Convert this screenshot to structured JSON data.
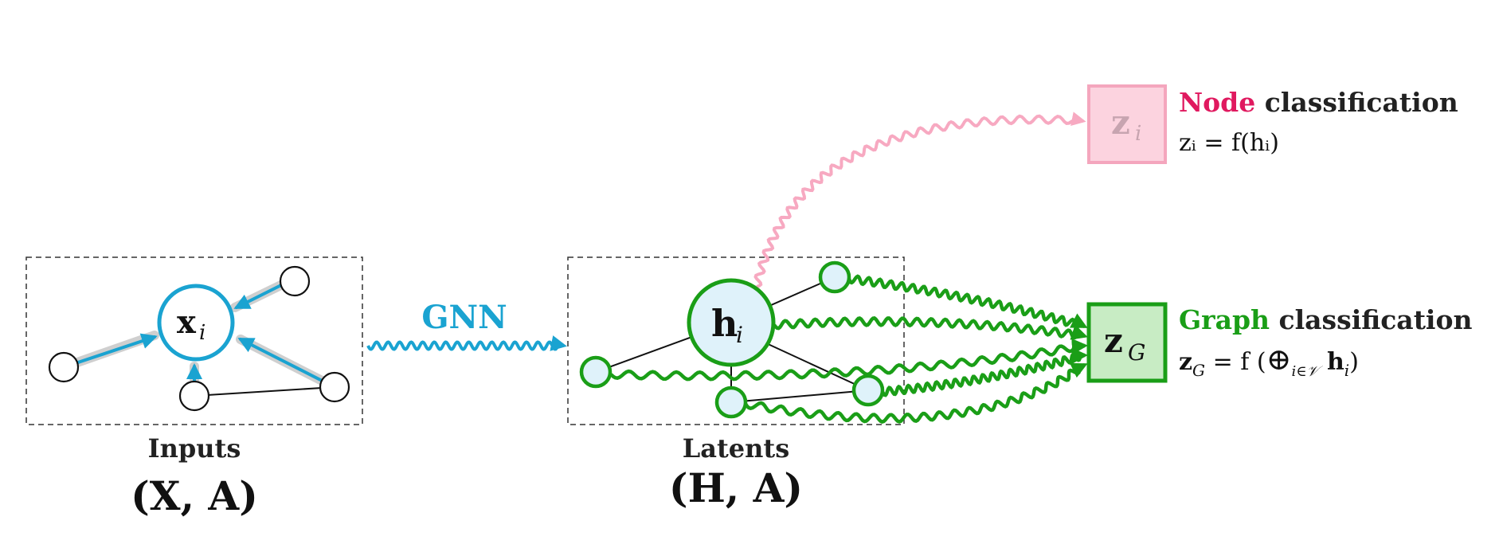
{
  "colors": {
    "gnn": "#1aa3d1",
    "node_pink": "#e0195f",
    "node_pink_light": "#f7a9c1",
    "node_box_fill": "#fcd3df",
    "node_box_stroke": "#f4a6bd",
    "graph_green": "#1a9e17",
    "graph_box_fill": "#c8ecc4",
    "latent_fill": "#dff2fa",
    "text": "#222222"
  },
  "inputs": {
    "center_node_label": "x",
    "center_node_sub": "i",
    "caption": "Inputs",
    "caption_math": "(X, A)"
  },
  "gnn": {
    "label": "GNN"
  },
  "latents": {
    "center_node_label": "h",
    "center_node_sub": "i",
    "caption": "Latents",
    "caption_math": "(H, A)"
  },
  "node_classification": {
    "box_label": "z",
    "box_sub": "i",
    "title_colored": "Node",
    "title_rest": " classification",
    "formula": "zᵢ = f(hᵢ)"
  },
  "graph_classification": {
    "box_label": "z",
    "box_sub": "G",
    "title_colored": "Graph",
    "title_rest": " classification",
    "formula_lhs": "z",
    "formula_lhs_sub": "G",
    "formula_eq": " = f (",
    "formula_op": "⊕",
    "formula_op_sub": "i∈𝒱",
    "formula_rhs": " h",
    "formula_rhs_sub": "i",
    "formula_close": ")"
  }
}
